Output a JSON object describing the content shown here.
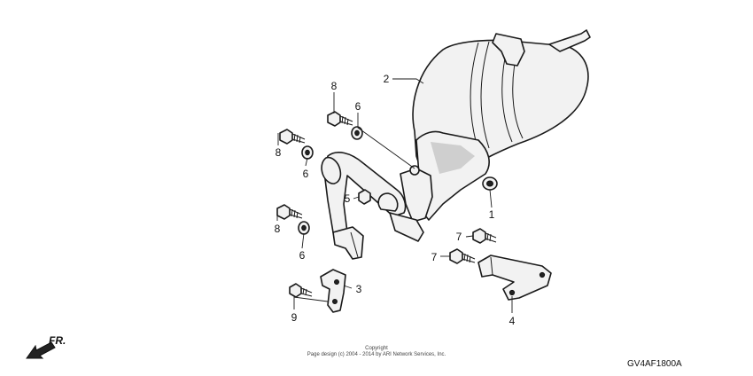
{
  "callouts": {
    "c1": "1",
    "c2": "2",
    "c3": "3",
    "c4": "4",
    "c5": "5",
    "c6a": "6",
    "c6b": "6",
    "c6c": "6",
    "c7a": "7",
    "c7b": "7",
    "c8a": "8",
    "c8b": "8",
    "c8c": "8",
    "c9": "9"
  },
  "front_indicator": "FR.",
  "copyright": {
    "line1": "Copyright",
    "line2": "Page design (c) 2004 - 2014 by ARI Network Services, Inc."
  },
  "diagram_code": "GV4AF1800A",
  "icons": {
    "front_arrow": "arrow-left-down-icon"
  }
}
